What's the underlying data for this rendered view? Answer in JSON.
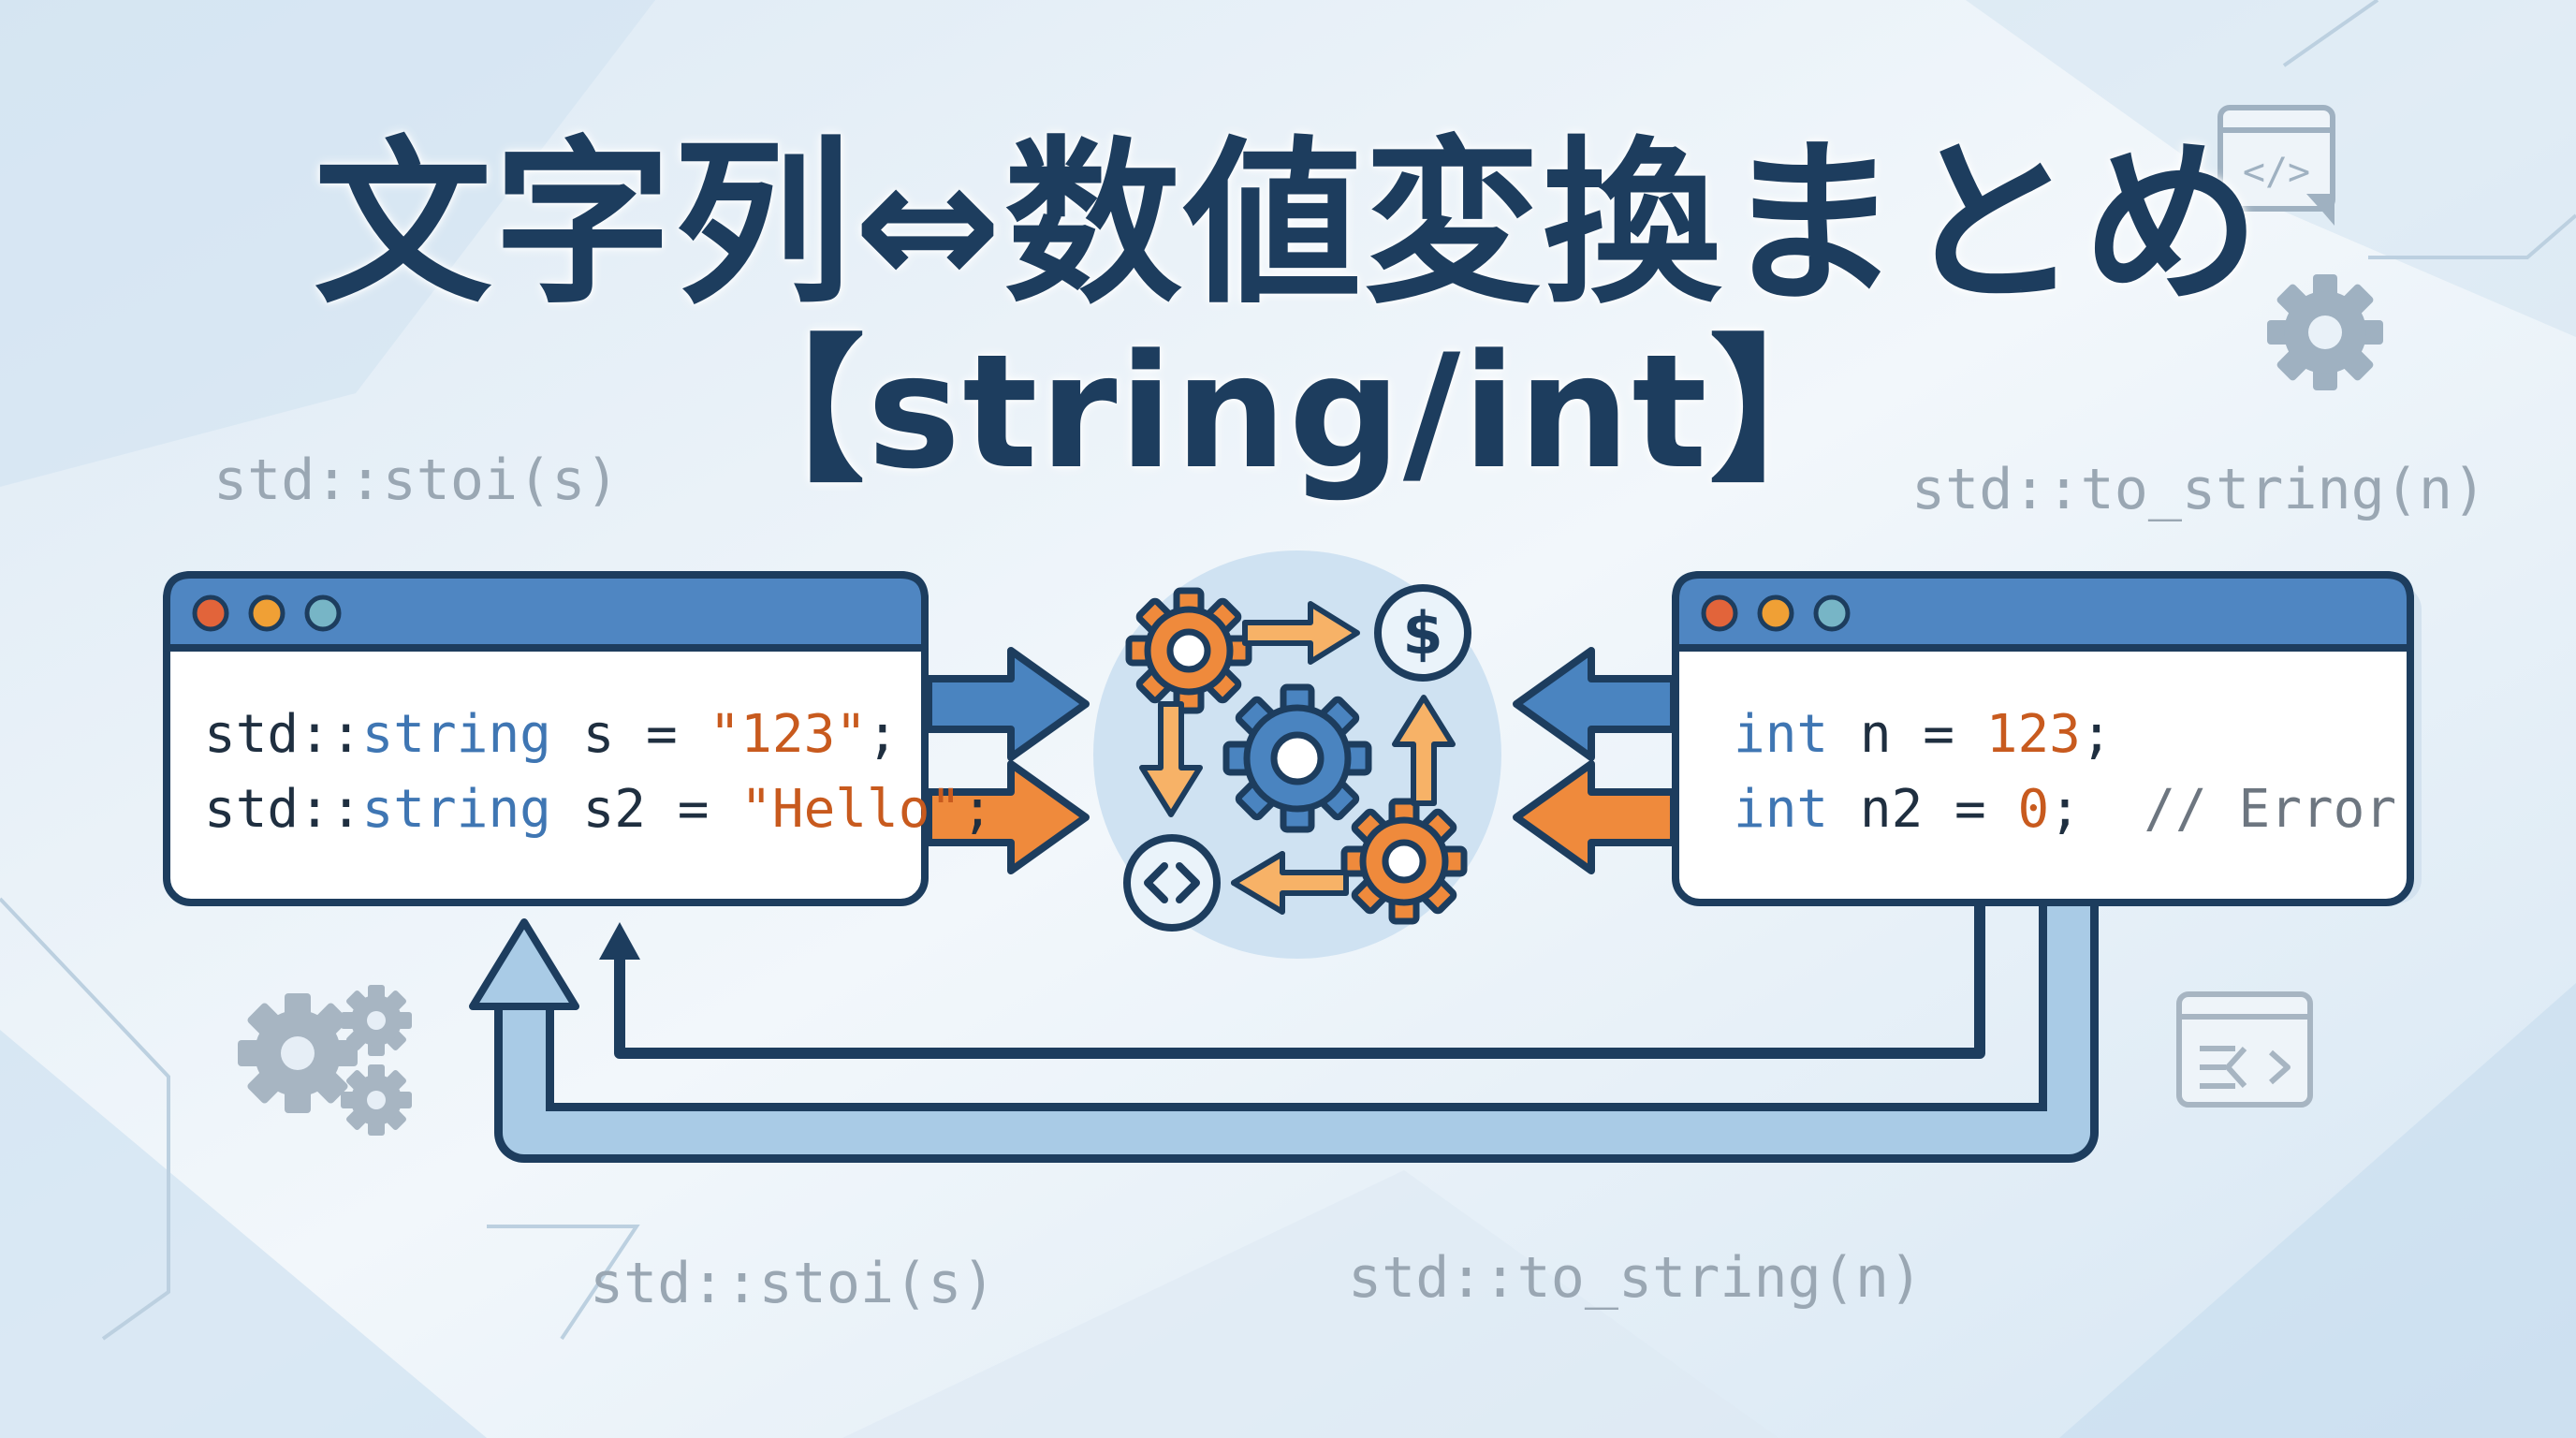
{
  "title": {
    "line1": "文字列⇔数値変換まとめ",
    "line2": "【string/int】"
  },
  "labels": {
    "stoi_upper": "std::stoi(s)",
    "to_string_upper": "std::to_string(n)",
    "stoi_lower": "std::stoi(s)",
    "to_string_lower": "std::to_string(n)"
  },
  "left_window": {
    "lines": [
      {
        "ns": "std::",
        "type": "string",
        "name": " s = ",
        "literal": "\"123\"",
        "end": ";"
      },
      {
        "ns": "std::",
        "type": "string",
        "name": " s2 = ",
        "literal": "\"Hello\"",
        "end": ";"
      }
    ]
  },
  "right_window": {
    "lines": [
      {
        "type": "int",
        "name": " n = ",
        "literal": "123",
        "end": ";",
        "comment": ""
      },
      {
        "type": "int",
        "name": " n2 = ",
        "literal": "0",
        "end": ";  ",
        "comment": "// Error"
      }
    ]
  },
  "icons": {
    "center": [
      "gear-icon",
      "dollar-icon",
      "code-brackets-icon"
    ],
    "decor": [
      "code-window-icon",
      "gear-icon",
      "gears-cluster-icon",
      "terminal-window-icon"
    ]
  },
  "colors": {
    "navy": "#1d3d5e",
    "window_header": "#4f86c2",
    "blue_arrow": "#4a84c0",
    "orange": "#ef8a3c",
    "light_blue": "#a9cbe6",
    "dot_red": "#e2643a",
    "dot_orange": "#f0a035",
    "dot_teal": "#77b5c6"
  }
}
